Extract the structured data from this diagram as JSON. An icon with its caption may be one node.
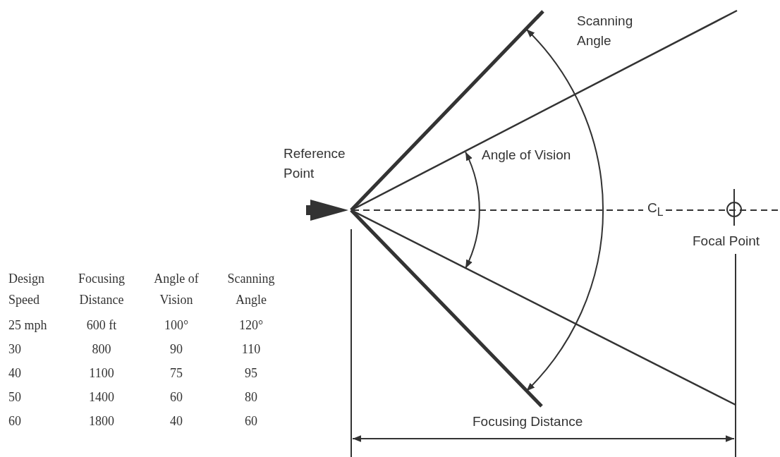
{
  "diagram": {
    "labels": [
      "Scanning Angle",
      "Reference Point",
      "Angle of Vision",
      "C$_{L}$",
      "Focal Point",
      "Focusing Distance",
      "Design Speed",
      "Focusing Distance",
      "Angle of Vision",
      "Scanning Angle",
      "25 mph",
      "600 ft",
      "100°",
      "120°",
      "30",
      "800",
      "90",
      "110",
      "40",
      "1100",
      "75",
      "95",
      "50",
      "1400",
      "60",
      "80",
      "60",
      "1800",
      "40",
      "60"
    ]
  }
}
